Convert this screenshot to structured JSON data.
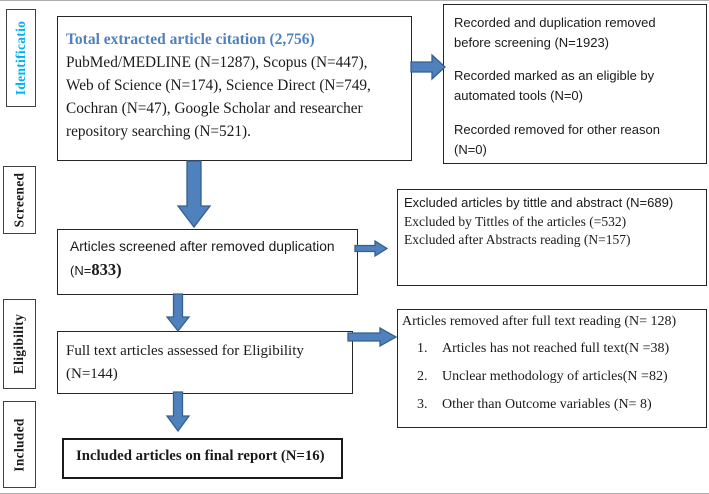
{
  "figure": {
    "type": "prisma-style-flow-diagram",
    "title": "Article screening flow diagram"
  },
  "colors": {
    "arrow_fill": "#4f81bd",
    "arrow_border": "#365f91",
    "heading_blue": "#4f81bd",
    "identification_label_cyan": "#00b0f0",
    "box_border": "#262626",
    "background": "#ffffff"
  },
  "stages": {
    "identification": {
      "label": "Identificatio"
    },
    "screened": {
      "label": "Screened"
    },
    "eligibility": {
      "label": "Eligibility"
    },
    "included": {
      "label": "Included"
    }
  },
  "boxes": {
    "identification_main": {
      "heading": "Total extracted article citation (2,756)",
      "body_lines": [
        "PubMed/MEDLINE (N=1287), Scopus (N=447),",
        "Web of Science (N=174), Science Direct (N=749,",
        "Cochran (N=47), Google Scholar and researcher",
        "repository searching (N=521)."
      ]
    },
    "records_removed": {
      "paragraphs": [
        {
          "lines": [
            "Recorded and duplication removed",
            "before screening (N=1923)"
          ]
        },
        {
          "lines": [
            "Recorded marked as an eligible by",
            "automated tools (N=0)"
          ]
        },
        {
          "lines": [
            "Recorded removed for other reason",
            "(N=0)"
          ]
        }
      ]
    },
    "screened_main": {
      "line1": "Articles screened after removed duplication",
      "n_prefix": "(N=",
      "n_bold": "833)"
    },
    "excluded_title_abstract": {
      "heading": "Excluded articles by tittle and abstract (N=689)",
      "lines": [
        "Excluded by Tittles of the articles (=532)",
        "Excluded after Abstracts reading (N=157)"
      ]
    },
    "eligibility_main": {
      "line1": "Full text articles assessed for Eligibility",
      "line2": "(N=144)"
    },
    "removed_full_text": {
      "heading": "Articles removed after full text reading (N= 128)",
      "items": [
        {
          "num": "1.",
          "text": "Articles has not reached full text(N =38)"
        },
        {
          "num": "2.",
          "text": "Unclear methodology of articles(N =82)"
        },
        {
          "num": "3.",
          "text": "Other than  Outcome variables (N= 8)"
        }
      ]
    },
    "included_main": {
      "text": "Included articles on final report (N=16)"
    }
  }
}
